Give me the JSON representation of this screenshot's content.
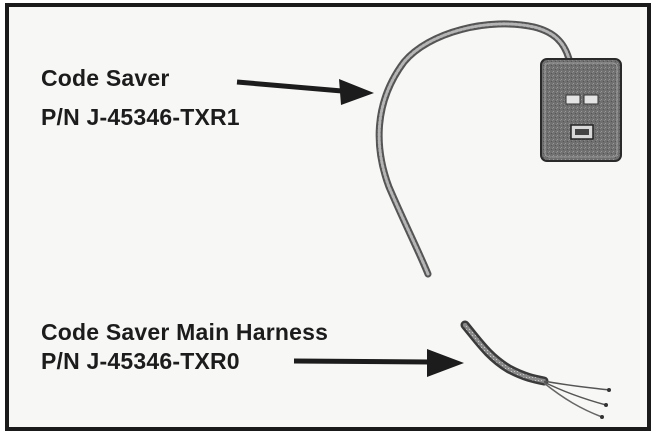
{
  "callouts": {
    "code_saver": {
      "name": "Code Saver",
      "part_number": "P/N J-45346-TXR1"
    },
    "main_harness": {
      "name": "Code Saver Main Harness",
      "part_number": "P/N J-45346-TXR0"
    }
  },
  "colors": {
    "border": "#1a1a1a",
    "text": "#1c1c1c",
    "device_body": "#6e6e6e",
    "background": "#f7f7f5"
  }
}
